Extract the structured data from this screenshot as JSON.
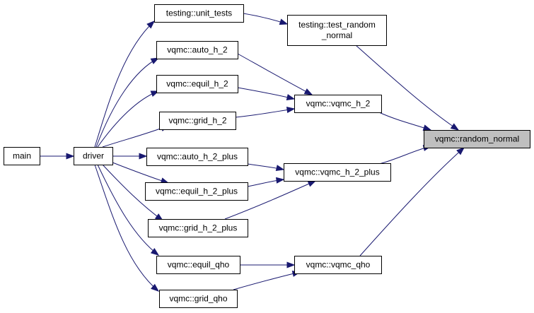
{
  "graph": {
    "selected_node": "vqmc::random_normal",
    "edge_color": "#191970",
    "selected_fill": "#bfbfbf",
    "nodes": [
      {
        "id": "main",
        "lines": [
          "main"
        ]
      },
      {
        "id": "driver",
        "lines": [
          "driver"
        ]
      },
      {
        "id": "unit_tests",
        "lines": [
          "testing::unit_tests"
        ]
      },
      {
        "id": "test_random_normal",
        "lines": [
          "testing::test_random",
          "_normal"
        ]
      },
      {
        "id": "auto_h_2",
        "lines": [
          "vqmc::auto_h_2"
        ]
      },
      {
        "id": "equil_h_2",
        "lines": [
          "vqmc::equil_h_2"
        ]
      },
      {
        "id": "grid_h_2",
        "lines": [
          "vqmc::grid_h_2"
        ]
      },
      {
        "id": "vqmc_h_2",
        "lines": [
          "vqmc::vqmc_h_2"
        ]
      },
      {
        "id": "random_normal",
        "lines": [
          "vqmc::random_normal"
        ]
      },
      {
        "id": "auto_h_2_plus",
        "lines": [
          "vqmc::auto_h_2_plus"
        ]
      },
      {
        "id": "equil_h_2_plus",
        "lines": [
          "vqmc::equil_h_2_plus"
        ]
      },
      {
        "id": "grid_h_2_plus",
        "lines": [
          "vqmc::grid_h_2_plus"
        ]
      },
      {
        "id": "vqmc_h_2_plus",
        "lines": [
          "vqmc::vqmc_h_2_plus"
        ]
      },
      {
        "id": "equil_qho",
        "lines": [
          "vqmc::equil_qho"
        ]
      },
      {
        "id": "grid_qho",
        "lines": [
          "vqmc::grid_qho"
        ]
      },
      {
        "id": "vqmc_qho",
        "lines": [
          "vqmc::vqmc_qho"
        ]
      }
    ],
    "edges": [
      {
        "from": "main",
        "to": "driver"
      },
      {
        "from": "driver",
        "to": "unit_tests"
      },
      {
        "from": "driver",
        "to": "auto_h_2"
      },
      {
        "from": "driver",
        "to": "equil_h_2"
      },
      {
        "from": "driver",
        "to": "grid_h_2"
      },
      {
        "from": "driver",
        "to": "auto_h_2_plus"
      },
      {
        "from": "driver",
        "to": "equil_h_2_plus"
      },
      {
        "from": "driver",
        "to": "grid_h_2_plus"
      },
      {
        "from": "driver",
        "to": "equil_qho"
      },
      {
        "from": "driver",
        "to": "grid_qho"
      },
      {
        "from": "unit_tests",
        "to": "test_random_normal"
      },
      {
        "from": "test_random_normal",
        "to": "random_normal"
      },
      {
        "from": "auto_h_2",
        "to": "vqmc_h_2"
      },
      {
        "from": "equil_h_2",
        "to": "vqmc_h_2"
      },
      {
        "from": "grid_h_2",
        "to": "vqmc_h_2"
      },
      {
        "from": "vqmc_h_2",
        "to": "random_normal"
      },
      {
        "from": "auto_h_2_plus",
        "to": "vqmc_h_2_plus"
      },
      {
        "from": "equil_h_2_plus",
        "to": "vqmc_h_2_plus"
      },
      {
        "from": "grid_h_2_plus",
        "to": "vqmc_h_2_plus"
      },
      {
        "from": "vqmc_h_2_plus",
        "to": "random_normal"
      },
      {
        "from": "equil_qho",
        "to": "vqmc_qho"
      },
      {
        "from": "grid_qho",
        "to": "vqmc_qho"
      },
      {
        "from": "vqmc_qho",
        "to": "random_normal"
      }
    ]
  }
}
